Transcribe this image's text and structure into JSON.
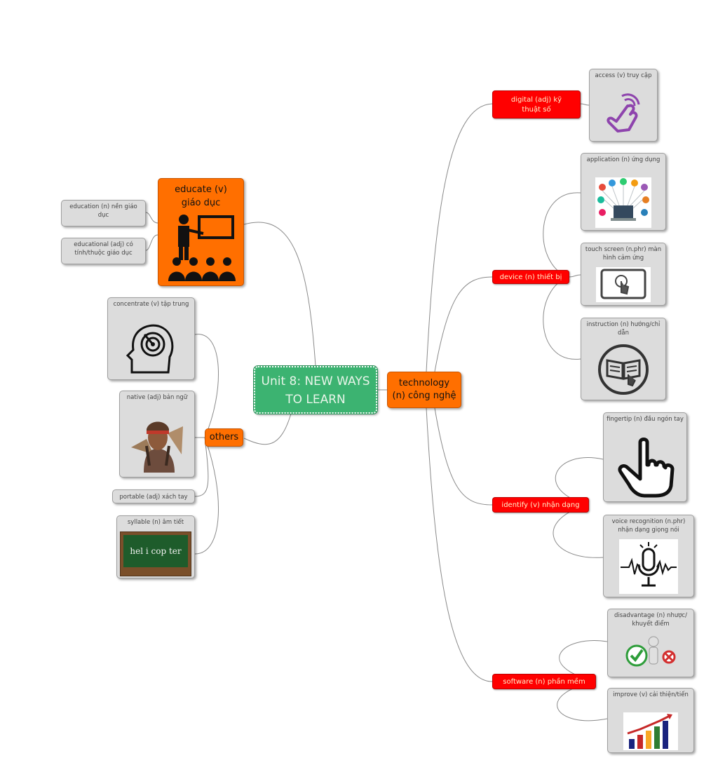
{
  "central": {
    "label": "Unit 8: NEW WAYS TO LEARN"
  },
  "technology": {
    "label": "technology (n) công nghệ"
  },
  "others": {
    "label": "others"
  },
  "educate": {
    "label": "educate (v) giáo dục"
  },
  "education": {
    "label": "education (n) nền giáo dục"
  },
  "educational": {
    "label": "educational (adj) có tính/thuộc giáo dục"
  },
  "concentrate": {
    "label": "concentrate (v) tập trung"
  },
  "native": {
    "label": "native (adj) bản ngữ"
  },
  "portable": {
    "label": "portable (adj) xách tay"
  },
  "syllable": {
    "label": "syllable (n) âm tiết",
    "board_text": "hel i cop ter"
  },
  "digital": {
    "label": "digital (adj) kỹ thuật số"
  },
  "access": {
    "label": "access (v) truy cập"
  },
  "device": {
    "label": "device (n) thiết bị"
  },
  "application": {
    "label": "application (n) ứng dụng"
  },
  "touch_screen": {
    "label": "touch screen (n.phr) màn hình cảm ứng"
  },
  "instruction": {
    "label": "instruction (n) hướng/chỉ dẫn"
  },
  "identify": {
    "label": "identify (v) nhận dạng"
  },
  "fingertip": {
    "label": "fingertip (n) đầu ngón tay"
  },
  "voice_recognition": {
    "label": "voice recognition (n.phr) nhận dạng giọng nói"
  },
  "software": {
    "label": "software (n) phần mềm"
  },
  "disadvantage": {
    "label": "disadvantage (n) nhược/ khuyết điểm"
  },
  "improve": {
    "label": "improve (v) cải thiện/tiến"
  },
  "colors": {
    "central": "#3cb371",
    "main_branch": "#ff6f00",
    "sub_branch": "#ff0000",
    "leaf": "#dcdcdc",
    "link": "#8a8a8a"
  }
}
